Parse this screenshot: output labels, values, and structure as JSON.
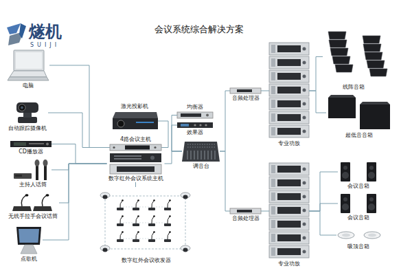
{
  "diagram": {
    "title": "会议系统综合解决方案",
    "nodes": [
      {
        "text": [
          "电脑"
        ]
      },
      {
        "text": [
          "自动跟踪摄像机"
        ]
      },
      {
        "text": [
          "CD播放器"
        ]
      },
      {
        "text": [
          "主持人话筒"
        ]
      },
      {
        "text": [
          "无线手拉手会议话筒"
        ]
      },
      {
        "text": [
          "点歌机"
        ]
      },
      {
        "text": [
          "激光投影机"
        ]
      },
      {
        "text": [
          "4路会议主机"
        ]
      },
      {
        "text": [
          "数字红外会议系统主机"
        ]
      },
      {
        "text": [
          "均衡器"
        ]
      },
      {
        "text": [
          "效果器"
        ]
      },
      {
        "text": [
          "调音台"
        ]
      },
      {
        "text": [
          "数字红外会议收发器"
        ]
      },
      {
        "text": [
          "音频处理器"
        ]
      },
      {
        "text": [
          "专业功放"
        ]
      },
      {
        "text": [
          "线阵音箱"
        ]
      },
      {
        "text": [
          "超低音音箱"
        ]
      },
      {
        "text": [
          "音频处理器"
        ]
      },
      {
        "text": [
          "专业功放"
        ]
      },
      {
        "text": [
          "会议音箱"
        ]
      },
      {
        "text": [
          "会议音箱"
        ]
      },
      {
        "text": [
          "吸顶音箱"
        ]
      }
    ],
    "edges": [
      {
        "from": 0,
        "to": 7,
        "arrow": "none"
      },
      {
        "from": 1,
        "to": 7,
        "arrow": "none"
      },
      {
        "from": 2,
        "to": 8,
        "arrow": "none"
      },
      {
        "from": 3,
        "to": 8,
        "arrow": "none"
      },
      {
        "from": 4,
        "to": 8,
        "arrow": "none"
      },
      {
        "from": 5,
        "to": 8,
        "arrow": "none"
      },
      {
        "from": 7,
        "to": 6,
        "arrow": "none"
      },
      {
        "from": 9,
        "to": 11,
        "arrow": "none"
      },
      {
        "from": 10,
        "to": 11,
        "arrow": "none"
      },
      {
        "from": 8,
        "to": 11,
        "arrow": "none"
      },
      {
        "from": 8,
        "to": 12,
        "arrow": "none"
      },
      {
        "from": 11,
        "to": 13,
        "arrow": "none"
      },
      {
        "from": 11,
        "to": 17,
        "arrow": "none"
      },
      {
        "from": 13,
        "to": 14,
        "arrow": "none"
      },
      {
        "from": 14,
        "to": 15,
        "arrow": "none"
      },
      {
        "from": 14,
        "to": 16,
        "arrow": "none"
      },
      {
        "from": 17,
        "to": 18,
        "arrow": "none"
      },
      {
        "from": 18,
        "to": 19,
        "arrow": "none"
      },
      {
        "from": 18,
        "to": 20,
        "arrow": "none"
      },
      {
        "from": 18,
        "to": 21,
        "arrow": "none"
      }
    ],
    "labels": [
      "燧机",
      "SUIJI"
    ]
  }
}
